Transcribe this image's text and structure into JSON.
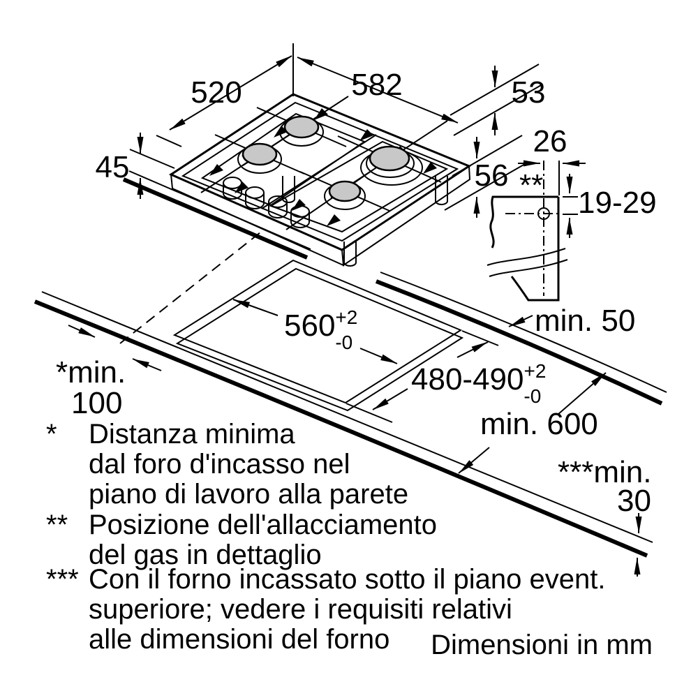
{
  "note": "Dimensioni in mm",
  "hob": {
    "width": "582",
    "depth": "520",
    "height": "45",
    "edge_offset": "53",
    "body_height": "56"
  },
  "gas_detail": {
    "offset_from_edge": "26",
    "marker": "**",
    "vertical_range": "19-29"
  },
  "installation": {
    "cutout_width": {
      "value": "560",
      "tol_plus": "+2",
      "tol_minus": "-0"
    },
    "cutout_depth": {
      "value": "480-490",
      "tol_plus": "+2",
      "tol_minus": "-0"
    },
    "min_rear_clearance": "min. 50",
    "min_worktop_depth": "min. 600",
    "min_wall_distance": {
      "label": "*min.",
      "value": "100"
    },
    "min_under_clearance": {
      "label": "***min.",
      "value": "30"
    }
  },
  "footnotes": [
    {
      "marker": "*",
      "lines": [
        "Distanza minima",
        "dal foro d'incasso nel",
        "piano di lavoro alla parete"
      ]
    },
    {
      "marker": "**",
      "lines": [
        "Posizione dell'allacciamento",
        "del gas in dettaglio"
      ]
    },
    {
      "marker": "***",
      "lines": [
        "Con il forno incassato sotto il piano event.",
        "superiore; vedere i requisiti relativi",
        "alle dimensioni del forno"
      ]
    }
  ]
}
